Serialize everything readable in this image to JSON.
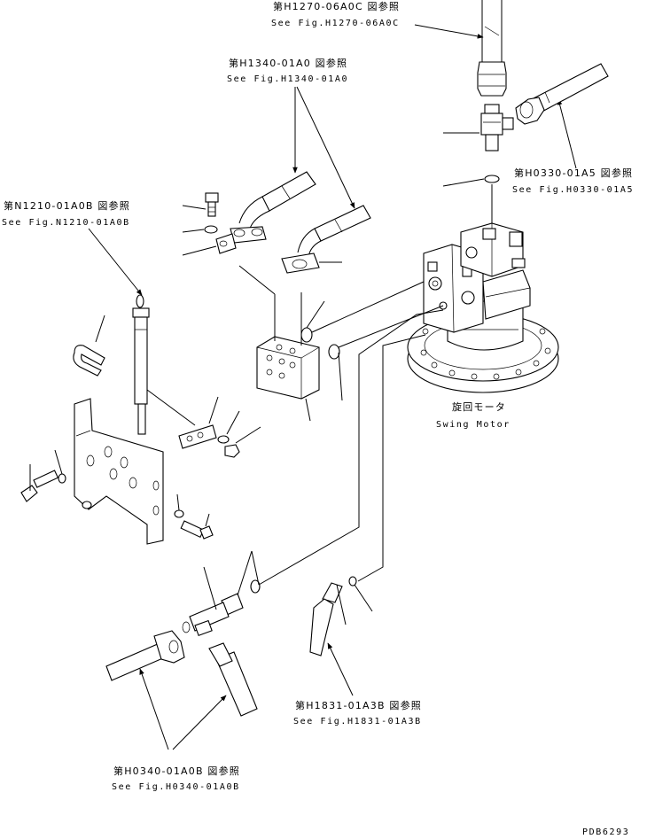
{
  "refs": {
    "h1270": {
      "jp": "第H1270-06A0C 図参照",
      "en": "See Fig.H1270-06A0C"
    },
    "h1340": {
      "jp": "第H1340-01A0 図参照",
      "en": "See Fig.H1340-01A0"
    },
    "n1210": {
      "jp": "第N1210-01A0B 図参照",
      "en": "See Fig.N1210-01A0B"
    },
    "h0330": {
      "jp": "第H0330-01A5 図参照",
      "en": "See Fig.H0330-01A5"
    },
    "h1831": {
      "jp": "第H1831-01A3B 図参照",
      "en": "See Fig.H1831-01A3B"
    },
    "h0340": {
      "jp": "第H0340-01A0B 図参照",
      "en": "See Fig.H0340-01A0B"
    }
  },
  "motor": {
    "jp": "旋回モータ",
    "en": "Swing Motor"
  },
  "drawing_code": "PDB6293"
}
